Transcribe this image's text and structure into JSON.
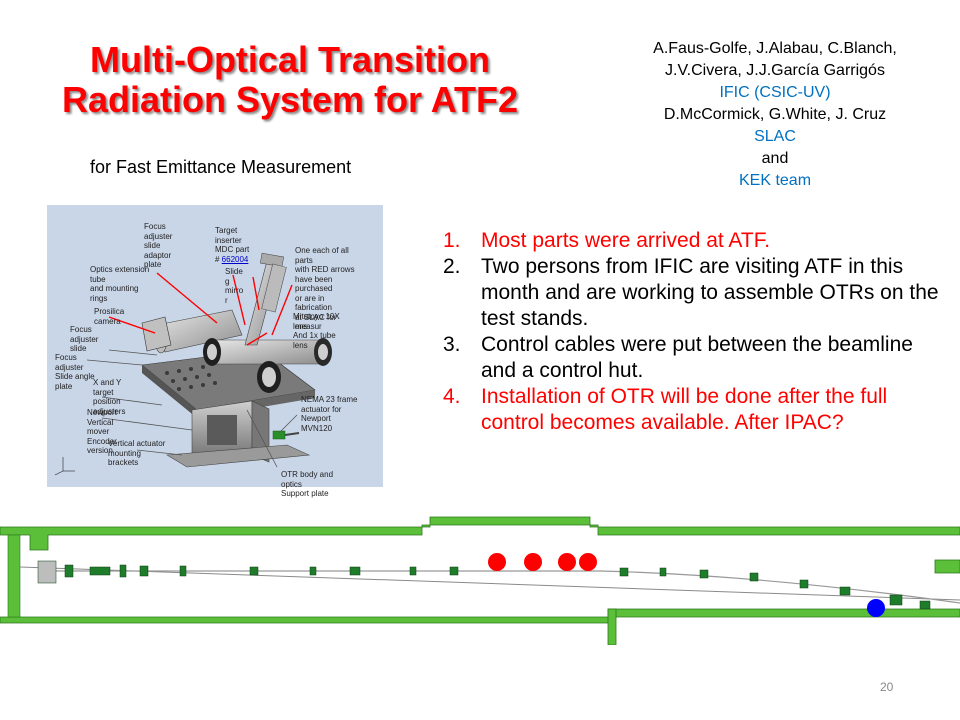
{
  "slide": {
    "title": "Multi-Optical Transition Radiation System for ATF2",
    "subtitle": "for Fast Emittance Measurement",
    "authors": [
      {
        "text": "A.Faus-Golfe, J.Alabau, C.Blanch,",
        "color": "#000000"
      },
      {
        "text": "J.V.Civera, J.J.García Garrigós",
        "color": "#000000"
      },
      {
        "text": "IFIC (CSIC-UV)",
        "color": "#0070c0"
      },
      {
        "text": "D.McCormick, G.White, J. Cruz",
        "color": "#000000"
      },
      {
        "text": "SLAC",
        "color": "#0070c0"
      },
      {
        "text": "and",
        "color": "#000000"
      },
      {
        "text": "KEK team",
        "color": "#0070c0"
      }
    ],
    "notes": [
      {
        "num": "1.",
        "text": "Most parts were arrived at ATF.",
        "color": "#ff0000"
      },
      {
        "num": "2.",
        "text": "Two persons from IFIC are visiting ATF in this month and are working to assemble OTRs on the test stands.",
        "color": "#000000"
      },
      {
        "num": "3.",
        "text": "Control cables were put between the beamline and a control hut.",
        "color": "#000000"
      },
      {
        "num": "4.",
        "text": "Installation of OTR will be done after the full control becomes available. After IPAC?",
        "color": "#ff0000"
      }
    ],
    "page_number": "20"
  },
  "cad_labels": {
    "focus_adjuster_slide_adaptor_plate": "Focus\nadjuster\nslide\nadaptor\nplate",
    "target_inserter": "Target\ninserter\nMDC part\n# ",
    "target_inserter_part": "662004",
    "optics_extension": "Optics extension\ntube\nand mounting\nrings",
    "slide_g_mirror": "Slide\ng\nmirro\nr",
    "one_each": "One each of all\nparts\nwith RED arrows\nhave been\npurchased\n or are  in\nfabrication\nat SLAC for\nmeasur",
    "prosilica": "Prosilica\ncamera",
    "focus_adjuster_slide": "Focus\nadjuster\nslide",
    "mitutoyo": "Mitutoyo 10X\nlens\nAnd 1x tube\nlens",
    "focus_adjuster_slide_angle": "Focus\nadjuster\nSlide angle\nplate",
    "xy_target": "X and Y\ntarget\nposition\nadjusters",
    "newport_vertical": "Newport\nVertical\nmover\nEncoder\nversion",
    "vertical_actuator": "Vertical actuator\nmounting\nbrackets",
    "nema": "NEMA 23 frame\nactuator for\nNewport\nMVN120",
    "otr_body": "OTR body and\noptics\nSupport plate"
  },
  "beamline": {
    "otr_marker_color": "#ff0000",
    "ip_marker_color": "#0000ff",
    "wall_color": "#5bbf3a"
  }
}
